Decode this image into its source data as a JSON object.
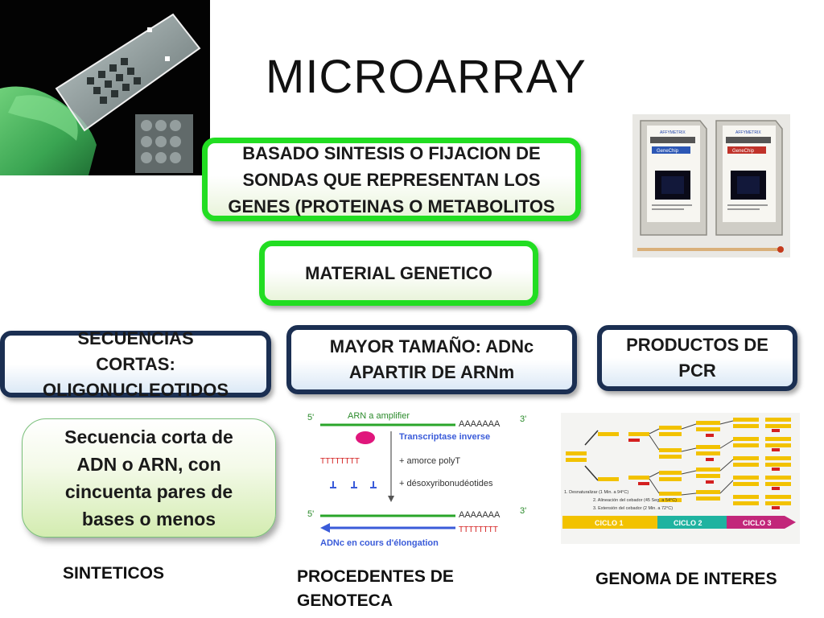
{
  "title": "MICROARRAY",
  "boxes": {
    "basado": "BASADO SINTESIS O FIJACION DE SONDAS QUE REPRESENTAN LOS GENES (PROTEINAS O METABOLITOS",
    "material": "MATERIAL GENETICO",
    "secuencias": "SECUENCIAS CORTAS: OLIGONUCLEOTIDOS",
    "mayor": "MAYOR TAMAÑO: ADNc APARTIR DE ARNm",
    "productos": "PRODUCTOS DE PCR",
    "secuencia_corta": "Secuencia corta de ADN o ARN, con cincuenta pares de bases o menos"
  },
  "labels": {
    "sinteticos": "SINTETICOS",
    "procedentes": "PROCEDENTES DE GENOTECA",
    "genoma": "GENOMA DE INTERES"
  },
  "cdna_diagram": {
    "prime5_top": "5'",
    "prime3_top": "3'",
    "arn": "ARN a amplifier",
    "polyA_top": "AAAAAAA",
    "transcriptase": "Transcriptase inverse",
    "amorce": "+ amorce polyT",
    "polyT_left": "TTTTTTTT",
    "dntp": "+ désoxyribonudéotides",
    "prime5_bottom": "5'",
    "prime3_bottom": "3'",
    "polyA_bottom": "AAAAAAA",
    "polyT_bottom": "TTTTTTTT",
    "adnc": "ADNc en cours d'élongation"
  },
  "pcr_diagram": {
    "step1": "1. Desnaturalizar (1 Min. a 94°C)",
    "step2": "2. Alineación del cebador (45 Seg. a 54°C)",
    "step3": "3. Extensión del cebador (2 Min. a 72°C)",
    "ciclo1": "CICLO 1",
    "ciclo2": "CICLO 2",
    "ciclo3": "CICLO 3"
  },
  "genechip": {
    "brand": "GeneChip",
    "maker": "AFFYMETRIX"
  },
  "colors": {
    "green_border": "#22dd22",
    "navy_border": "#1b2f52",
    "transcriptase_blue": "#3a5bd9",
    "pcr_yellow": "#f2c200",
    "pcr_red": "#d42020"
  }
}
